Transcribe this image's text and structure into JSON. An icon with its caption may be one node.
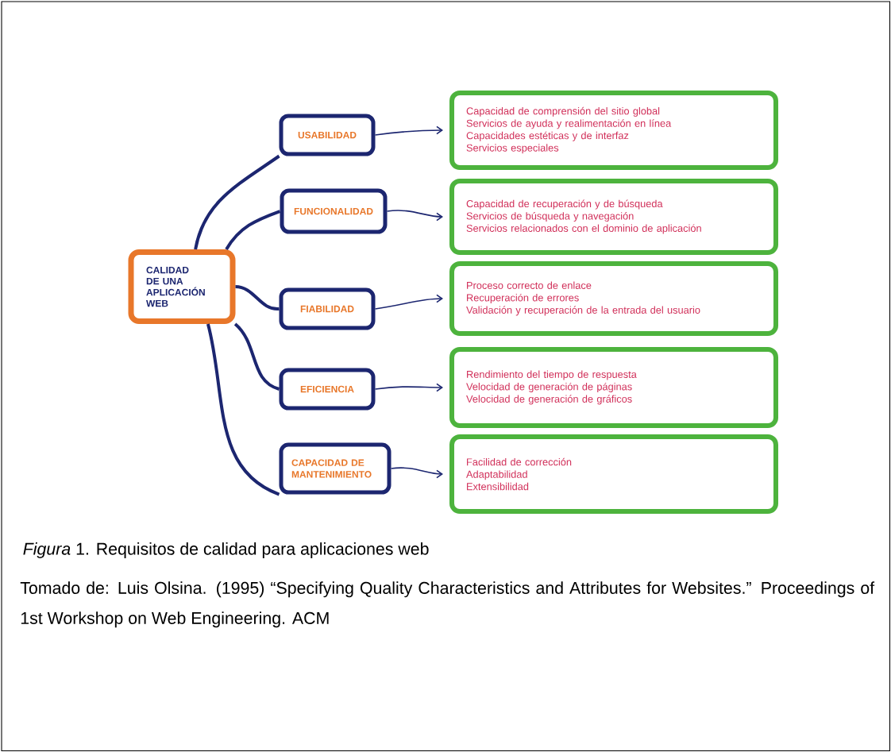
{
  "diagram": {
    "caption": "*Figura* 1. Requisitos de calidad para aplicaciones web",
    "nodes": [
      {
        "text": [
          "CALIDAD DE UNA APLICACIÓN WEB"
        ]
      },
      {
        "text": [
          "USABILIDAD"
        ]
      },
      {
        "text": [
          "FUNCIONALIDAD"
        ]
      },
      {
        "text": [
          "FIABILIDAD"
        ]
      },
      {
        "text": [
          "EFICIENCIA"
        ]
      },
      {
        "text": [
          "CAPACIDAD DE MANTENIMIENTO"
        ]
      },
      {
        "text": [
          "Capacidad de comprensión del sitio global",
          "Servicios de ayuda y realimentación en línea",
          "Capacidades estéticas y de interfaz",
          "Servicios especiales"
        ]
      },
      {
        "text": [
          "Capacidad de recuperación y de búsqueda",
          "Servicios de búsqueda y navegación",
          "Servicios relacionados con el dominio de aplicación"
        ]
      },
      {
        "text": [
          "Proceso correcto de enlace",
          "Recuperación de errores",
          "Validación y recuperación de la entrada del usuario"
        ]
      },
      {
        "text": [
          "Rendimiento del tiempo de respuesta",
          "Velocidad de generación de páginas",
          "Velocidad de generación de gráficos"
        ]
      },
      {
        "text": [
          "Facilidad de corrección",
          "Adaptabilidad",
          "Extensibilidad"
        ]
      }
    ],
    "edges": [
      {
        "from": 0,
        "to": 1,
        "arrow": "none",
        "style": "thick"
      },
      {
        "from": 0,
        "to": 2,
        "arrow": "none",
        "style": "thick"
      },
      {
        "from": 0,
        "to": 3,
        "arrow": "none",
        "style": "thick"
      },
      {
        "from": 0,
        "to": 4,
        "arrow": "none",
        "style": "thick"
      },
      {
        "from": 0,
        "to": 5,
        "arrow": "none",
        "style": "thick"
      },
      {
        "from": 1,
        "to": 6,
        "arrow": "to"
      },
      {
        "from": 2,
        "to": 7,
        "arrow": "to"
      },
      {
        "from": 3,
        "to": 8,
        "arrow": "to"
      },
      {
        "from": 4,
        "to": 9,
        "arrow": "to"
      },
      {
        "from": 5,
        "to": 10,
        "arrow": "to"
      }
    ],
    "labels": [
      "Tomado de: Luis Olsina. (1995) “Specifying Quality Characteristics and Attributes for Websites.” Proceedings of 1st Workshop on Web Engineering. ACM"
    ]
  }
}
